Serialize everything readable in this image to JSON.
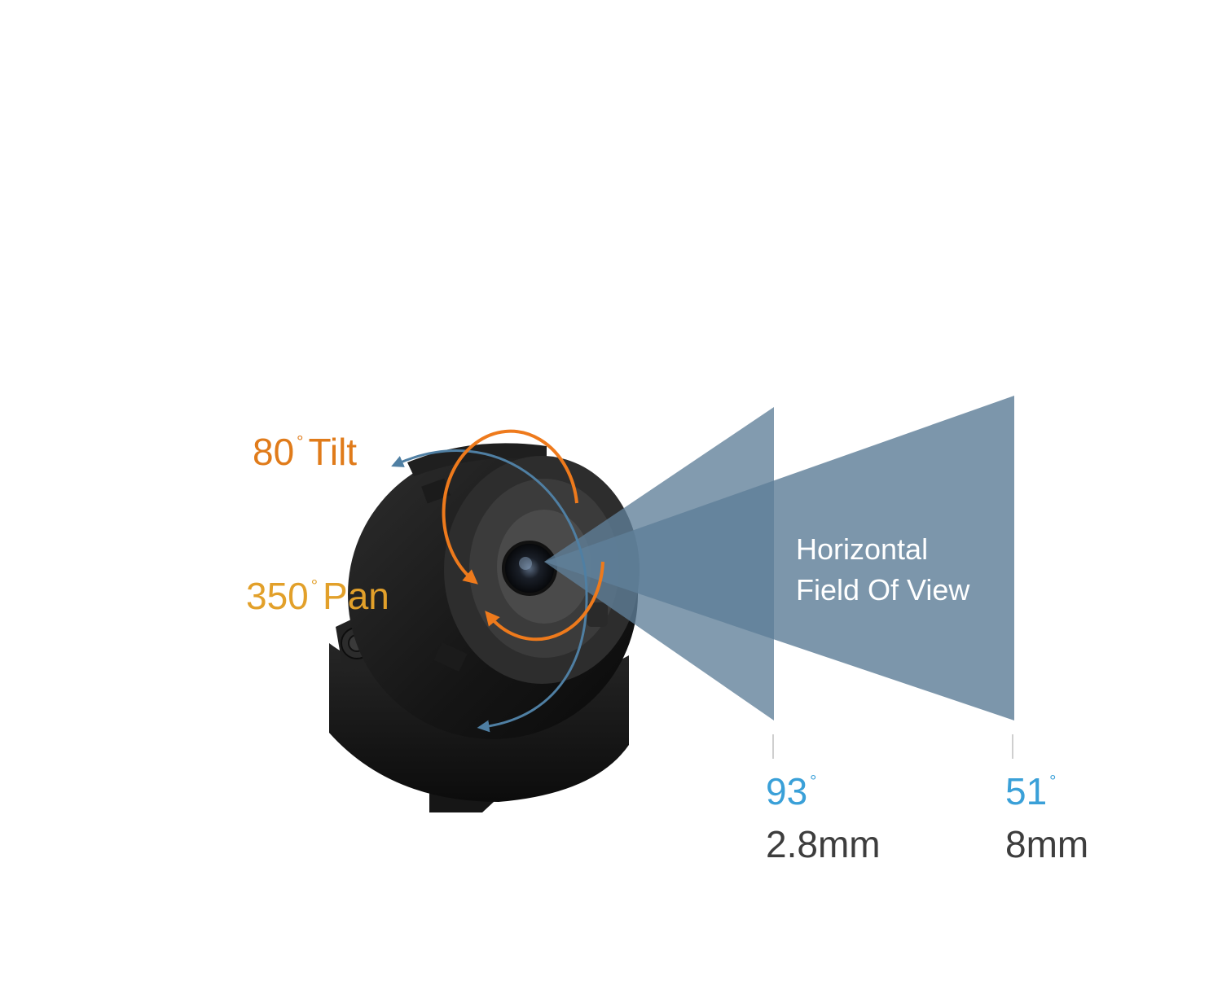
{
  "tilt": {
    "value": "80",
    "degree_symbol": "°",
    "label": "Tilt"
  },
  "pan": {
    "value": "350",
    "degree_symbol": "°",
    "label": "Pan"
  },
  "fov": {
    "line1": "Horizontal",
    "line2": "Field Of View"
  },
  "lenses": [
    {
      "angle": "93",
      "degree_symbol": "°",
      "focal": "2.8mm"
    },
    {
      "angle": "51",
      "degree_symbol": "°",
      "focal": "8mm"
    }
  ],
  "colors": {
    "tilt": "#e07b1a",
    "pan": "#e2a02a",
    "arrow_orange": "#ee7a1c",
    "arrow_blue": "#4f7fa3",
    "fov_fill": "#5f7f99",
    "angle": "#3aa0d8",
    "focal": "#3d3d3d",
    "camera_body": "#1a1a1a"
  },
  "icons": {
    "camera": "dome-camera-icon",
    "tilt_arrow": "curved-double-arrow-icon",
    "pan_arrow": "circular-arrows-icon"
  }
}
